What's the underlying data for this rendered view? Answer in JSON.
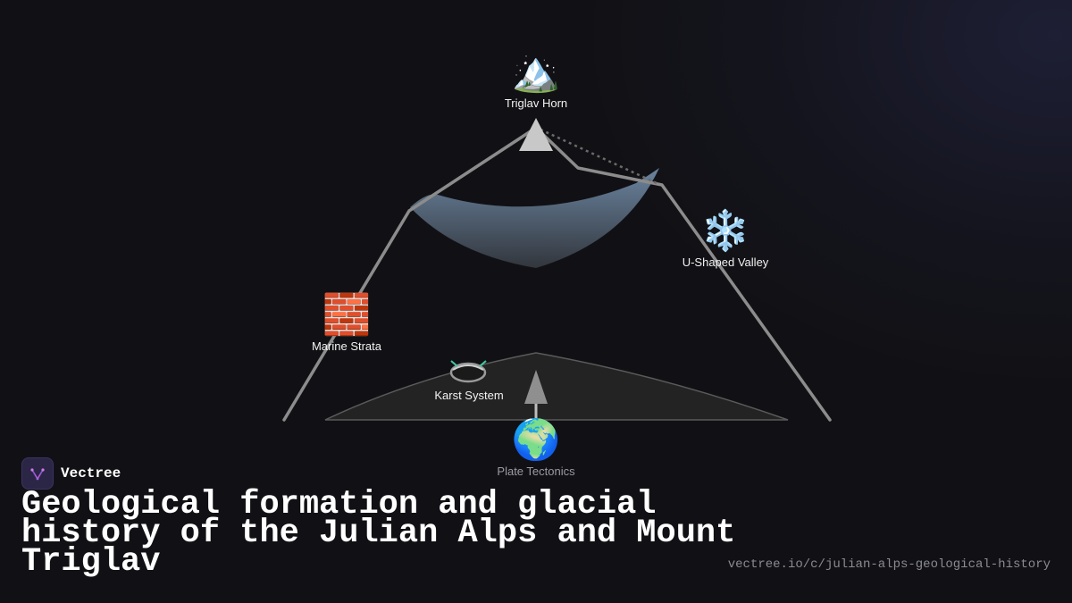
{
  "diagram": {
    "nodes": {
      "peak": {
        "label": "Triglav Horn",
        "icon": "mountain-icon",
        "glyph": "🏔️"
      },
      "valley": {
        "label": "U-Shaped Valley",
        "icon": "snowflake-icon",
        "glyph": "❄️"
      },
      "strata": {
        "label": "Marine Strata",
        "icon": "brick-icon",
        "glyph": "🧱"
      },
      "karst": {
        "label": "Karst System",
        "icon": "cave-icon"
      },
      "tectonics": {
        "label": "Plate Tectonics",
        "icon": "globe-icon",
        "glyph": "🌍"
      }
    },
    "colors": {
      "outline": "#8c8c8c",
      "glacier_top": "#6f8aa6",
      "glacier_bottom": "#3a3f48",
      "base": "#242424",
      "arrow": "#c8c8c8",
      "karst_accent": "#3fc9a0"
    }
  },
  "brand": {
    "name": "Vectree"
  },
  "title": "Geological formation and glacial history of the Julian Alps and Mount Triglav",
  "url": "vectree.io/c/julian-alps-geological-history"
}
